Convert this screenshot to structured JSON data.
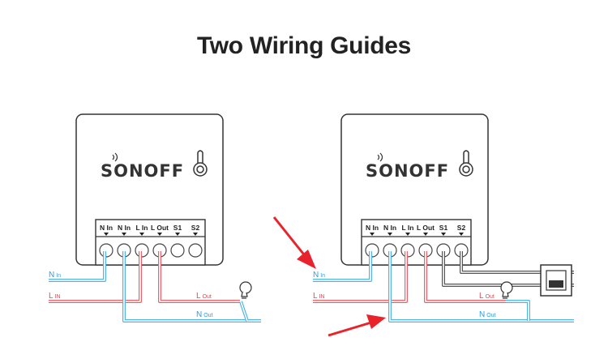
{
  "title": "Two Wiring Guides",
  "brand": "SONOFF",
  "terminals": [
    "N In",
    "N In",
    "L In",
    "L Out",
    "S1",
    "S2"
  ],
  "wires": {
    "n_in_main": "N",
    "n_in_sub": "In",
    "l_in_main": "L",
    "l_in_sub": "IN",
    "l_out_main": "L",
    "l_out_sub": "Out",
    "n_out_main": "N",
    "n_out_sub": "Out"
  },
  "colors": {
    "neutral_wire": "#52b4e4",
    "live_wire": "#e8646b",
    "switch_wire": "#555555",
    "arrow": "#e8232b",
    "device_outline": "#333333"
  },
  "icons": [
    "wifi-icon",
    "hanger-icon",
    "bulb-icon",
    "wall-switch-icon",
    "arrow-icon"
  ]
}
